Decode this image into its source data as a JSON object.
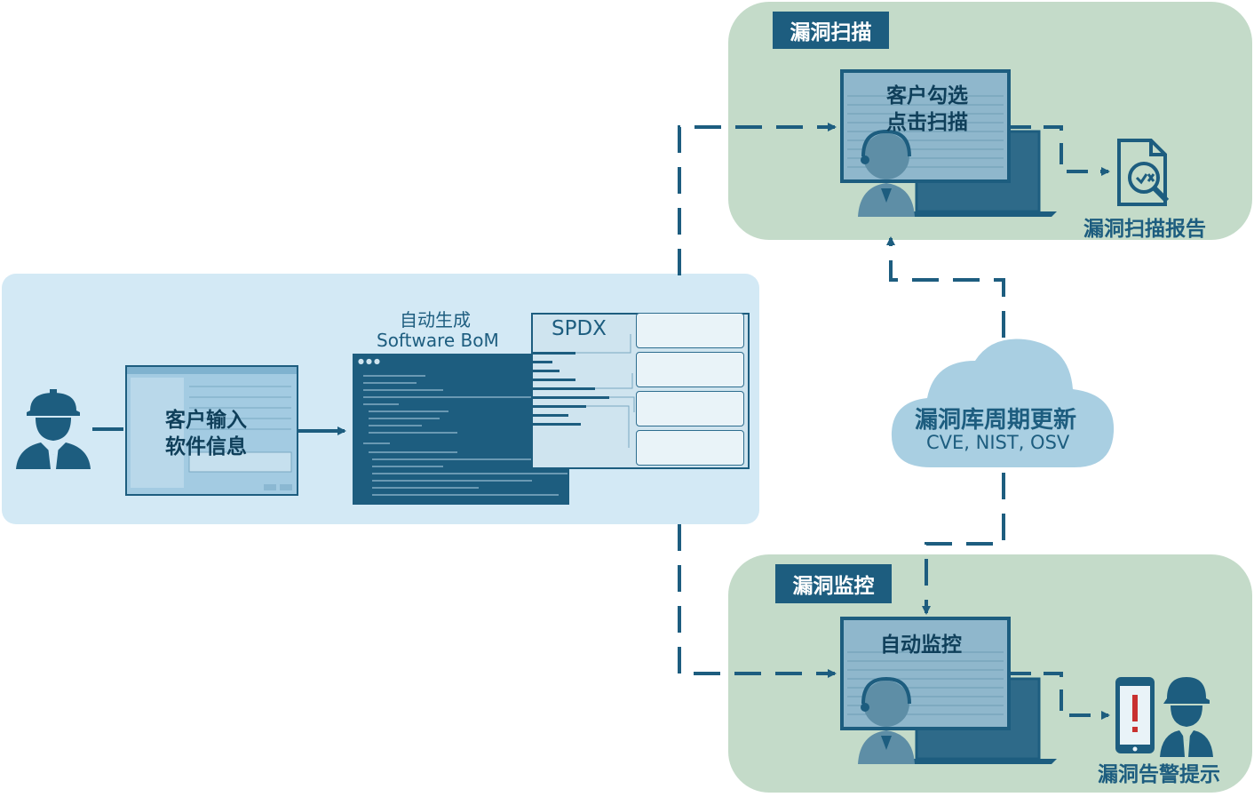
{
  "customer_input": {
    "label_line1": "客户输入",
    "label_line2": "软件信息"
  },
  "auto_generate": {
    "label_line1": "自动生成",
    "label_line2": "Software BoM"
  },
  "spdx": {
    "title": "SPDX"
  },
  "vuln_scan": {
    "tag": "漏洞扫描",
    "screen_line1": "客户勾选",
    "screen_line2": "点击扫描",
    "report_label": "漏洞扫描报告"
  },
  "vuln_db": {
    "line1": "漏洞库周期更新",
    "line2": "CVE, NIST, OSV"
  },
  "vuln_monitor": {
    "tag": "漏洞监控",
    "screen_label": "自动监控",
    "alert_label": "漏洞告警提示"
  },
  "colors": {
    "primary": "#1d5d7f",
    "blue_panel": "#d3e9f5",
    "green_panel": "#c4dbc9",
    "cloud": "#a9cfe2",
    "alert_red": "#c8312f"
  }
}
